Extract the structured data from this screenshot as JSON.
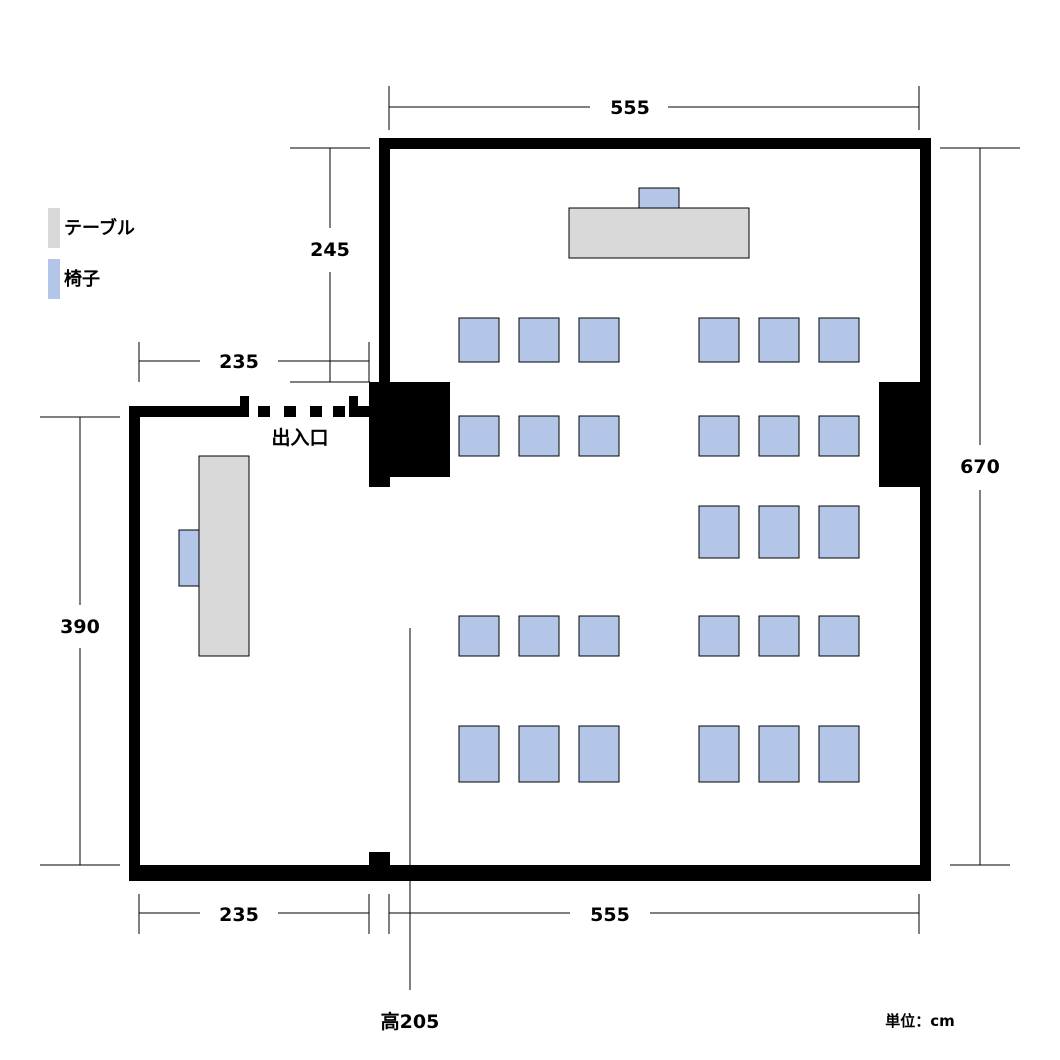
{
  "legend": {
    "table_label": "テーブル",
    "chair_label": "椅子",
    "table_color": "#d9d9d9",
    "chair_color": "#b4c6e7"
  },
  "dimensions": {
    "top_width": "555",
    "right_height": "670",
    "entry_offset": "245",
    "upper_left_width": "235",
    "left_height": "390",
    "bottom_left_width": "235",
    "bottom_right_width": "555",
    "ceiling_height": "高205"
  },
  "labels": {
    "entrance": "出入口",
    "unit": "単位：cm"
  },
  "wall_color": "#000000"
}
